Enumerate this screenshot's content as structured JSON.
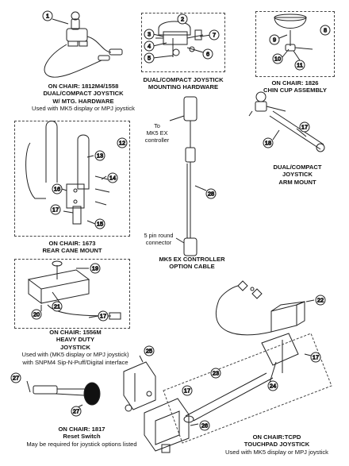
{
  "captions": {
    "dual_compact_mtg": {
      "l1": "ON CHAIR: 1812M4/1558",
      "l2": "DUAL/COMPACT JOYSTICK",
      "l3": "W/ MTG. HARDWARE",
      "sub": "Used with MK5 display or MPJ joystick"
    },
    "mounting_hw": {
      "l1": "DUAL/COMPACT JOYSTICK",
      "l2": "MOUNTING HARDWARE"
    },
    "chin_cup": {
      "l1": "ON CHAIR: 1826",
      "l2": "CHIN CUP ASSEMBLY"
    },
    "arm_mount": {
      "l1": "DUAL/COMPACT",
      "l2": "JOYSTICK",
      "l3": "ARM MOUNT"
    },
    "rear_cane": {
      "l1": "ON CHAIR: 1673",
      "l2": "REAR CANE MOUNT"
    },
    "mk5_cable": {
      "l1": "MK5 EX CONTROLLER",
      "l2": "OPTION CABLE"
    },
    "heavy_duty": {
      "l1": "ON CHAIR: 1556M",
      "l2": "HEAVY DUTY",
      "l3": "JOYSTICK",
      "sub1": "Used with (MK5 display or MPJ joystick)",
      "sub2": "with SNPM4 Sip-N-Puff/Digital interface"
    },
    "reset_switch": {
      "l1": "ON CHAIR: 1817",
      "l2": "Reset Switch",
      "sub": "May be required for joystick options listed"
    },
    "touchpad": {
      "l1": "ON CHAIR:TCPD",
      "l2": "TOUCHPAD JOYSTICK",
      "sub": "Used with MK5 display or MPJ joystick"
    }
  },
  "labels": {
    "to_mk5_l1": "To",
    "to_mk5_l2": "MK5 EX",
    "to_mk5_l3": "controller",
    "pin_l1": "5 pin round",
    "pin_l2": "connector"
  },
  "callouts": [
    "1",
    "2",
    "3",
    "4",
    "5",
    "6",
    "7",
    "8",
    "9",
    "10",
    "11",
    "12",
    "13",
    "14",
    "15",
    "16",
    "17",
    "18",
    "19",
    "20",
    "21",
    "22",
    "23",
    "24",
    "25",
    "26",
    "27",
    "28"
  ]
}
